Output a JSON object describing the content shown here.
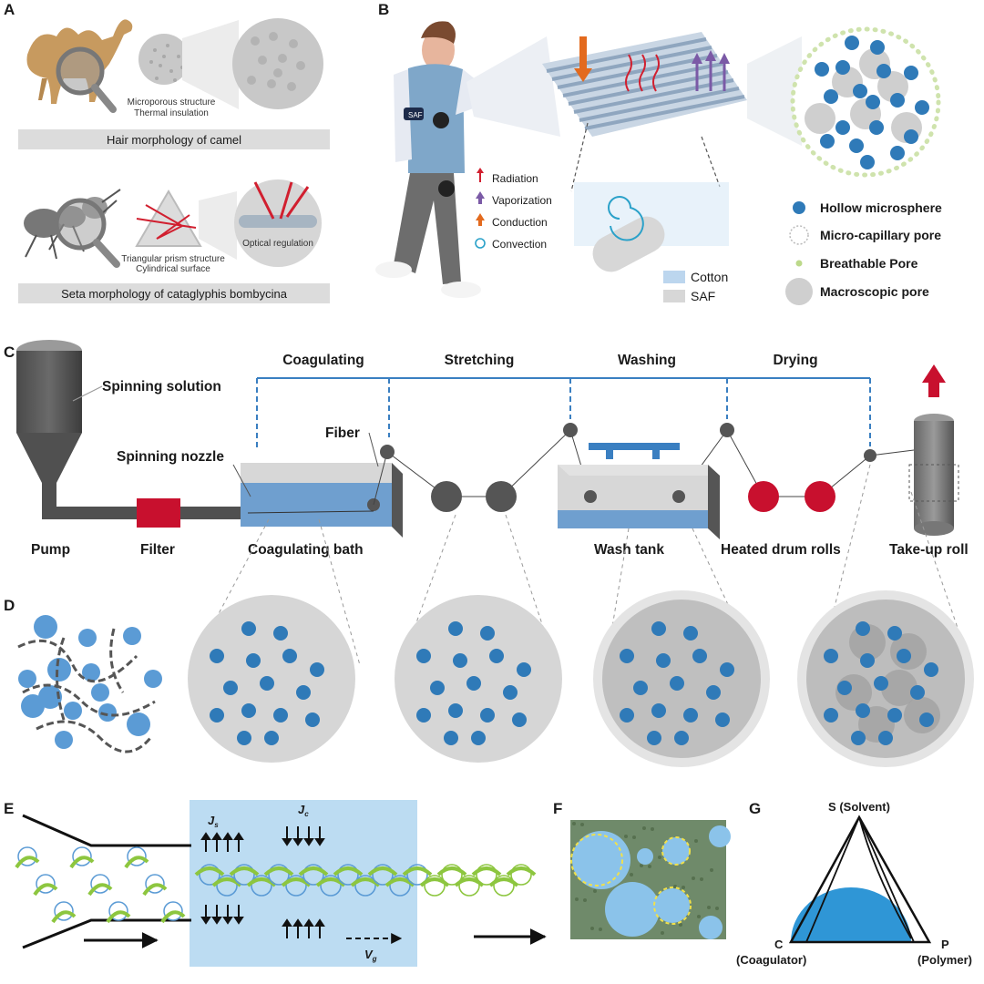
{
  "panels": {
    "a": "A",
    "b": "B",
    "c": "C",
    "d": "D",
    "e": "E",
    "f": "F",
    "g": "G"
  },
  "panel_a": {
    "camel_note_1": "Microporous structure",
    "camel_note_2": "Thermal insulation",
    "camel_caption": "Hair morphology of camel",
    "ant_note_1": "Triangular prism structure",
    "ant_note_2": "Cylindrical surface",
    "optical": "Optical regulation",
    "ant_caption": "Seta morphology of cataglyphis bombycina"
  },
  "panel_b": {
    "armband": "SAF",
    "heat_legend": [
      "Radiation",
      "Vaporization",
      "Conduction",
      "Convection"
    ],
    "fabric_legend": [
      "Cotton",
      "SAF"
    ],
    "pore_legend": [
      "Hollow microsphere",
      "Micro-capillary pore",
      "Breathable Pore",
      "Macroscopic pore"
    ]
  },
  "panel_c": {
    "stages": [
      "Coagulating",
      "Stretching",
      "Washing",
      "Drying"
    ],
    "spinning_solution": "Spinning solution",
    "spinning_nozzle": "Spinning nozzle",
    "fiber": "Fiber",
    "bottom_labels": [
      "Pump",
      "Filter",
      "Coagulating bath",
      "Wash tank",
      "Heated drum rolls",
      "Take-up roll"
    ]
  },
  "panel_e": {
    "js": "J",
    "js_sub": "s",
    "jc": "J",
    "jc_sub": "c",
    "vg": "V",
    "vg_sub": "g"
  },
  "panel_g": {
    "s": "S (Solvent)",
    "c": "C",
    "c2": "(Coagulator)",
    "p": "P",
    "p2": "(Polymer)"
  },
  "colors": {
    "sphere_blue": "#5b9bd5",
    "sphere_dark": "#2f7ab8",
    "filter_red": "#c8102e",
    "line_blue": "#3a7fc1",
    "bath_blue": "#6f9fcf",
    "pale_blue": "#bcdcf2",
    "fiber_green": "#8dc63f",
    "gray_disc": "#d4d4d4"
  }
}
